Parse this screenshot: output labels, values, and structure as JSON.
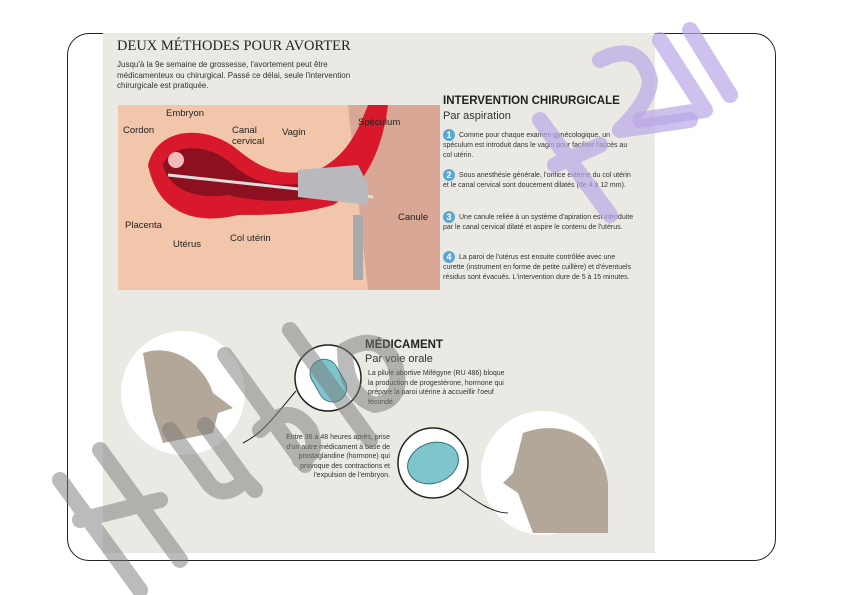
{
  "title": "DEUX MÉTHODES POUR AVORTER",
  "intro": "Jusqu'à la 9e semaine de grossesse, l'avortement peut être médicamenteux ou chirurgical. Passé ce délai, seule l'intervention chirurgicale est pratiquée.",
  "diagram_labels": {
    "cordon": "Cordon",
    "embryon": "Embryon",
    "canal": "Canal cervical",
    "vagin": "Vagin",
    "speculum": "Spéculum",
    "placenta": "Placenta",
    "uterus": "Utérus",
    "col": "Col utérin",
    "canule": "Canule"
  },
  "surgical": {
    "heading": "INTERVENTION CHIRURGICALE",
    "subheading": "Par aspiration",
    "steps": [
      {
        "n": "1",
        "text": "Comme pour chaque examen gynécologique, un spéculum est introduit dans le vagin pour faciliter l'accès au col utérin."
      },
      {
        "n": "2",
        "text": "Sous anesthésie générale, l'orifice externe du col utérin et le canal cervical sont doucement dilatés (de 4 à 12 mm)."
      },
      {
        "n": "3",
        "text": "Une canule reliée à un système d'apiration est introduite par le canal cervical dilaté et aspire le contenu de l'utérus."
      },
      {
        "n": "4",
        "text": "La paroi de l'utérus est ensuite contrôlée avec une curette (instrument en forme de petite cuillère) et d'éventuels résidus sont évacués. L'intervention dure de 5 à 15 minutes."
      }
    ]
  },
  "medical": {
    "heading": "MÉDICAMENT",
    "subheading": "Par voie orale",
    "text1": "La pilule abortive Mifégyne (RU 486) bloque la production de progestérone, hormone qui prépare la paroi utérine à accueillir l'oeuf fécondé.",
    "text2": "Entre 36 à 48 heures après, prise d'un autre médicament à base de prostaglandine (hormone) qui provoque des contractions et l'expulsion de l'embryon."
  },
  "watermark": "Hublot24",
  "colors": {
    "blood": "#d8192b",
    "skin": "#f2c6aa",
    "accent": "#5aa7d1",
    "watermark_gray": "#9a9a9a",
    "watermark_purple": "#b9a6e6"
  }
}
